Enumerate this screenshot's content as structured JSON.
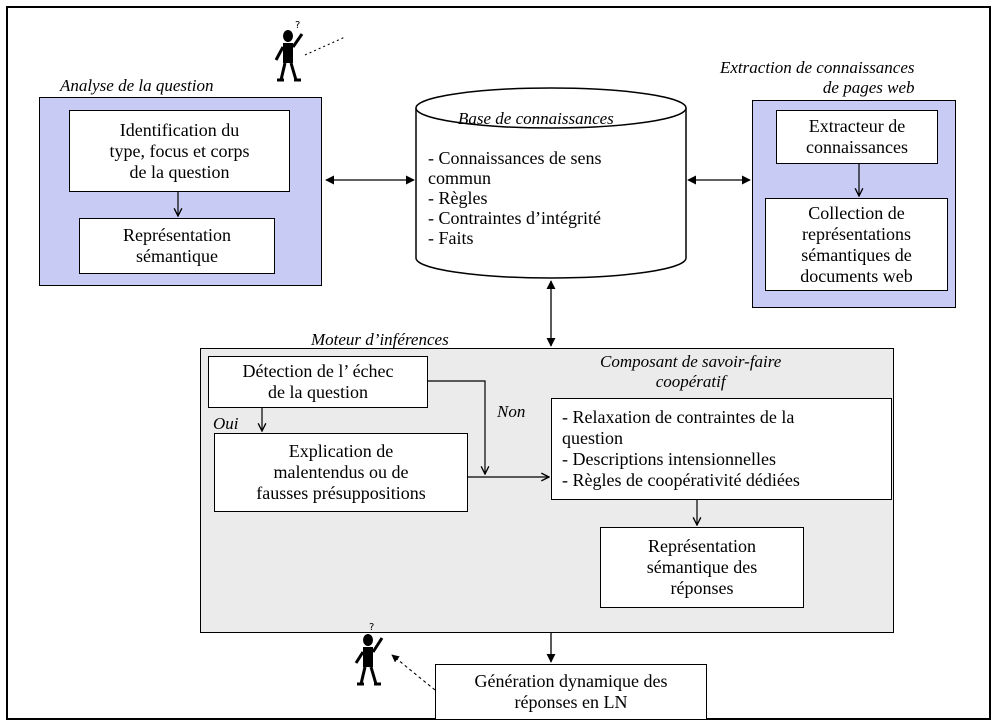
{
  "colors": {
    "panel_blue": "#c8ccf4",
    "panel_gray": "#ebebeb",
    "box": "#ffffff",
    "line": "#000000"
  },
  "analyse": {
    "title": "Analyse de la question",
    "box_identification": "Identification du\ntype, focus et corps\nde la question",
    "box_representation": "Représentation\nsémantique"
  },
  "base": {
    "title": "Base de connaissances",
    "items": "- Connaissances de sens\n  commun\n- Règles\n- Contraintes d’intégrité\n- Faits"
  },
  "extraction": {
    "title": "Extraction de connaissances\nde pages web",
    "box_extracteur": "Extracteur de\nconnaissances",
    "box_collection": "Collection de\nreprésentations\nsémantiques de\ndocuments web"
  },
  "moteur": {
    "title": "Moteur  d’inférences",
    "box_detection": "Détection de l’ échec\nde la question",
    "label_oui": "Oui",
    "label_non": "Non",
    "box_explication": "Explication de\nmalentendus ou de\nfausses présuppositions",
    "composant_title": "Composant de savoir-faire\ncoopératif",
    "box_relaxation": "- Relaxation de contraintes de la\n  question\n- Descriptions intensionnelles\n- Règles de coopérativité dédiées",
    "box_reponses": "Représentation\nsémantique des\nréponses"
  },
  "generation": {
    "box_generation": "Génération dynamique des\nréponses en LN"
  },
  "icons": [
    "person-question-icon",
    "person-answer-icon"
  ]
}
